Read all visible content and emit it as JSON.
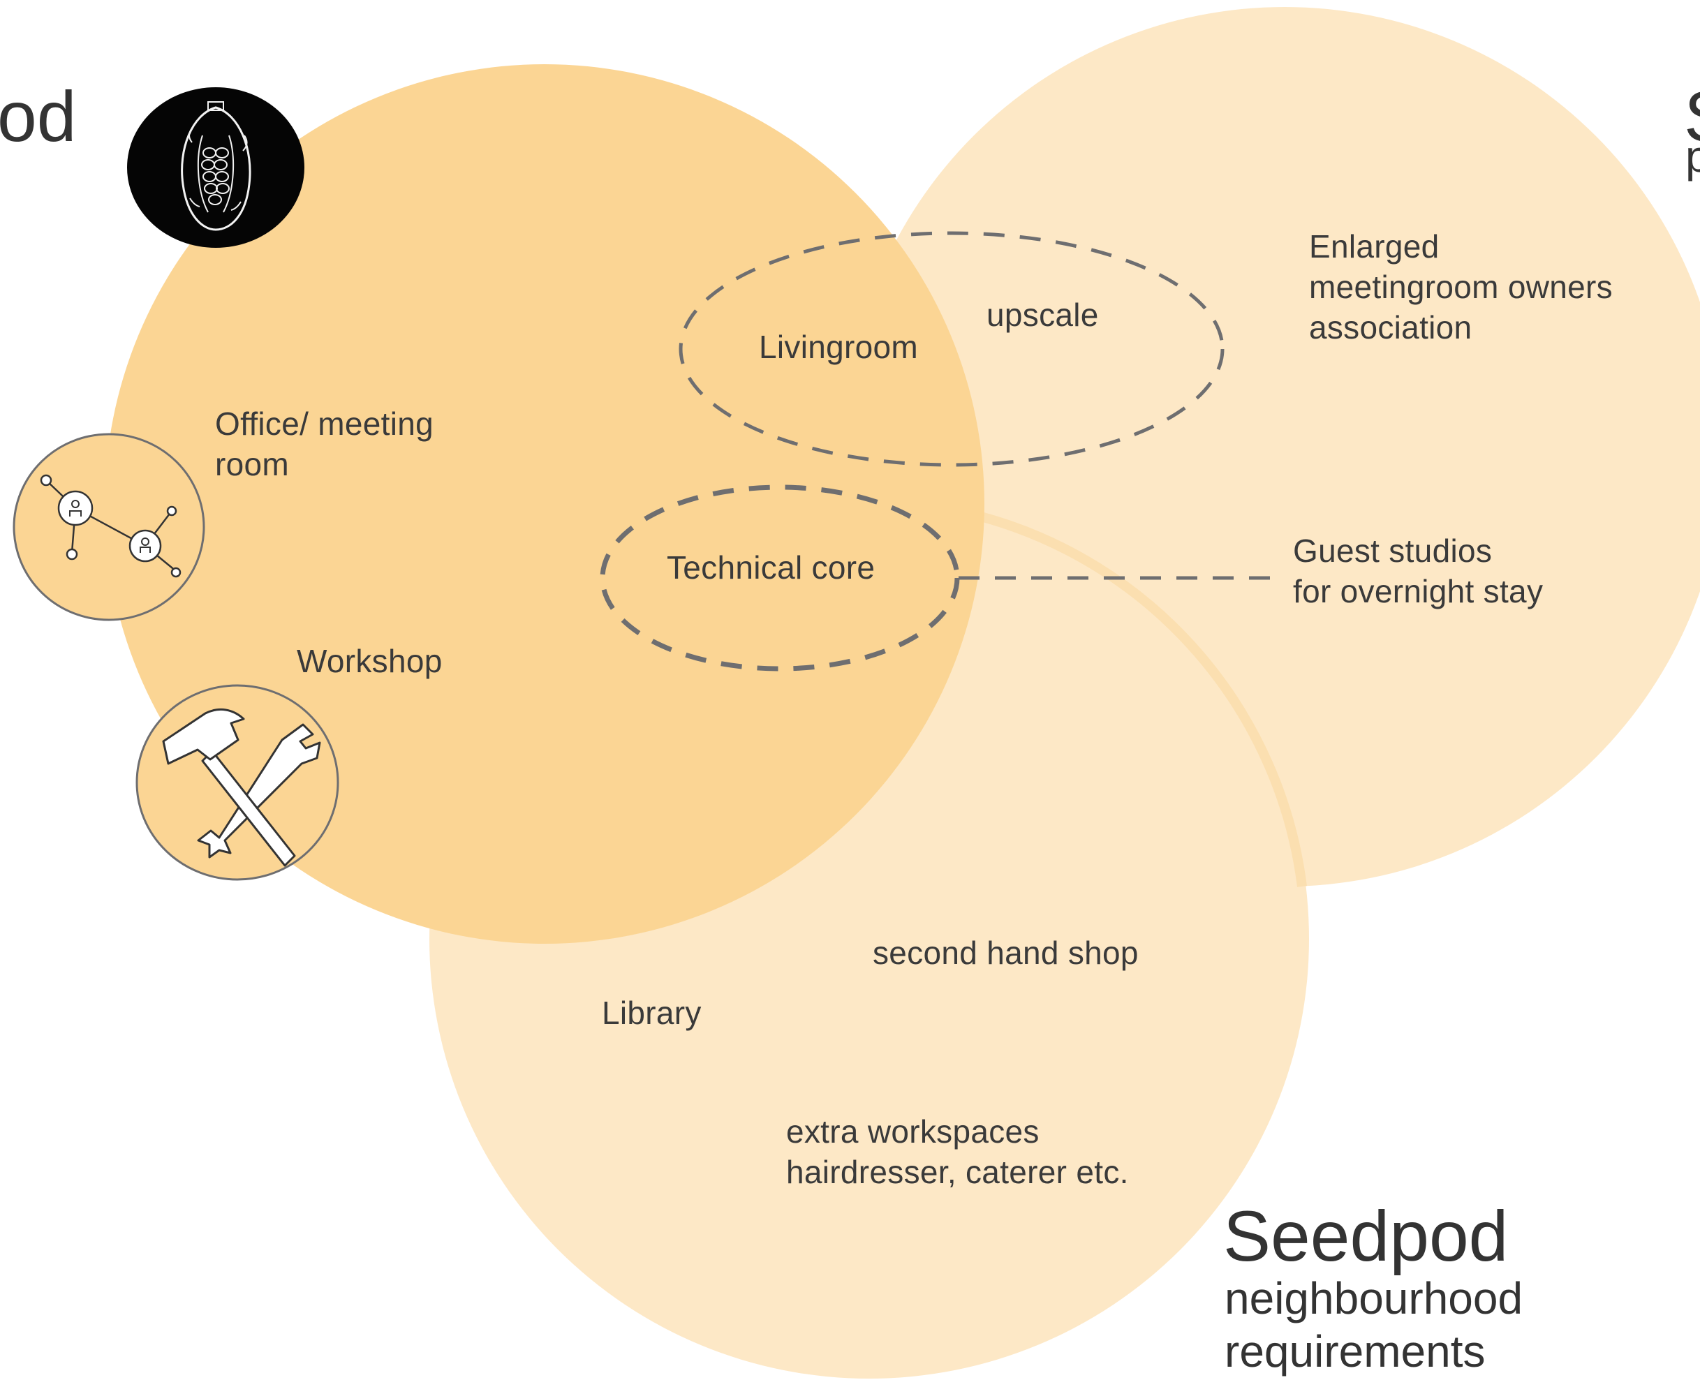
{
  "circles": {
    "pod": {
      "colour": "#fbd594",
      "title_fragment": "od",
      "labels": {
        "office": [
          "Office/ meeting",
          "room"
        ],
        "workshop": "Workshop",
        "livingroom": "Livingroom",
        "technical_core": "Technical core"
      }
    },
    "upper_right": {
      "colour": "#fde8c6",
      "title_fragment_big": "S",
      "title_fragment_small": "p",
      "labels": {
        "upscale": "upscale",
        "enlarged": [
          "Enlarged",
          "meetingroom owners",
          "association"
        ],
        "guest": [
          "Guest studios",
          "for overnight stay"
        ]
      }
    },
    "neighbourhood": {
      "colour": "#fde8c6",
      "title": "Seedpod",
      "subtitle": [
        "neighbourhood",
        "requirements"
      ],
      "labels": {
        "second_hand": "second hand shop",
        "library": "Library",
        "extra": [
          "extra workspaces",
          "hairdresser, caterer etc."
        ]
      }
    }
  },
  "icons": [
    "seedpod-icon",
    "network-icon",
    "tools-icon"
  ],
  "connector_colour": "#6e6e70"
}
